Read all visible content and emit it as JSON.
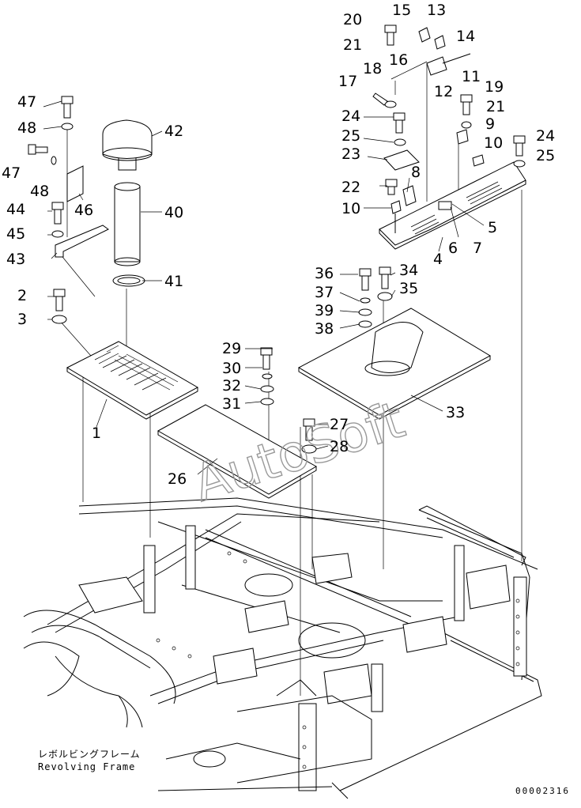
{
  "diagram": {
    "watermark": "AutoSoft",
    "frame_label_jp": "レボルビングフレーム",
    "frame_label_en": "Revolving Frame",
    "drawing_number": "00002316"
  },
  "callouts": [
    "1",
    "2",
    "3",
    "4",
    "5",
    "6",
    "7",
    "8",
    "9",
    "10",
    "10",
    "11",
    "12",
    "13",
    "14",
    "15",
    "16",
    "17",
    "18",
    "19",
    "20",
    "21",
    "21",
    "22",
    "23",
    "24",
    "24",
    "25",
    "25",
    "26",
    "27",
    "28",
    "29",
    "30",
    "31",
    "32",
    "33",
    "34",
    "35",
    "36",
    "37",
    "38",
    "39",
    "40",
    "41",
    "42",
    "43",
    "44",
    "45",
    "46",
    "47",
    "47",
    "48",
    "48"
  ]
}
